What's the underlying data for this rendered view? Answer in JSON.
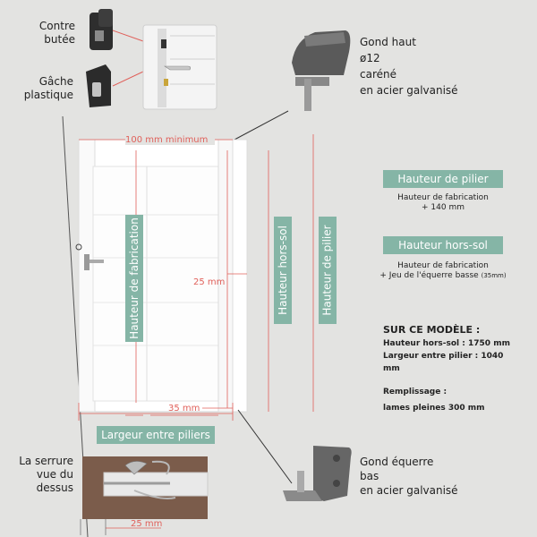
{
  "labels": {
    "contre_butee": [
      "Contre",
      "butée"
    ],
    "gache": [
      "Gâche",
      "plastique"
    ],
    "serrure": [
      "La serrure",
      "vue du",
      "dessus"
    ],
    "gond_haut": [
      "Gond haut",
      "ø12",
      "caréné",
      "en acier galvanisé"
    ],
    "gond_bas": [
      "Gond équerre",
      "bas",
      "en acier galvanisé"
    ]
  },
  "dimensions": {
    "min_100": "100 mm minimum",
    "mm25_mid": "25 mm",
    "mm35": "35 mm",
    "mm25_bottom": "25 mm",
    "largeur": "Largeur entre piliers",
    "hauteur_fab": "Hauteur de fabrication",
    "hauteur_hs": "Hauteur hors-sol",
    "hauteur_pilier": "Hauteur de pilier"
  },
  "legend": {
    "pilier_title": "Hauteur de pilier",
    "pilier_desc": [
      "Hauteur de fabrication",
      "+ 140 mm"
    ],
    "hs_title": "Hauteur hors-sol",
    "hs_desc": [
      "Hauteur de fabrication",
      "+ Jeu de l'équerre basse"
    ],
    "hs_desc_small": "(35mm)"
  },
  "model": {
    "title": "SUR CE MODÈLE :",
    "line1": "Hauteur hors-sol : 1750 mm",
    "line2": "Largeur entre pilier : 1040 mm",
    "line3": "Remplissage :",
    "line4": "lames pleines 300 mm"
  },
  "colors": {
    "accent": "#85b5a6",
    "dimension": "#e0605a",
    "background": "#e3e3e1"
  }
}
